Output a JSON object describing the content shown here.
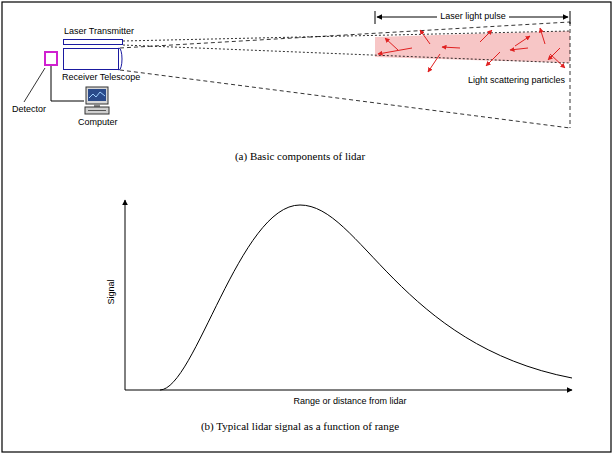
{
  "diagram": {
    "nodes": [
      {
        "text": [
          "Laser Transmitter"
        ]
      },
      {
        "text": [
          "Receiver Telescope"
        ]
      },
      {
        "text": [
          "Detector"
        ]
      },
      {
        "text": [
          "Computer"
        ]
      }
    ],
    "edges": [
      {
        "from": 2,
        "to": 3,
        "arrow": "none"
      }
    ],
    "labels": [
      "Laser light pulse",
      "Light scattering particles",
      "(a) Basic components of lidar",
      "Signal",
      "Range or distance from lidar",
      "(b) Typical lidar signal as a function of range"
    ]
  }
}
